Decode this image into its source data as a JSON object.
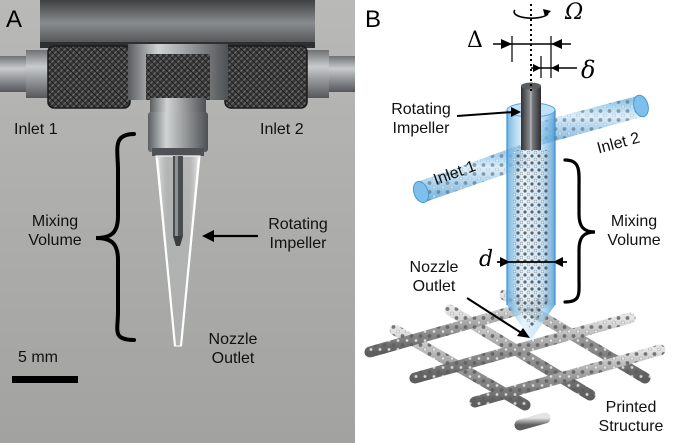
{
  "panels": {
    "a": {
      "letter": "A",
      "inlet_1": "Inlet 1",
      "inlet_2": "Inlet 2",
      "mixing_volume": [
        "Mixing",
        "Volume"
      ],
      "rotating_impeller": [
        "Rotating",
        "Impeller"
      ],
      "nozzle_outlet": [
        "Nozzle",
        "Outlet"
      ],
      "scale_bar": "5 mm"
    },
    "b": {
      "letter": "B",
      "symbols": {
        "omega": "Ω",
        "delta_upper": "Δ",
        "delta_lower": "δ",
        "d": "d"
      },
      "rotating_impeller": [
        "Rotating",
        "Impeller"
      ],
      "inlet_1": "Inlet 1",
      "inlet_2": "Inlet 2",
      "mixing_volume": [
        "Mixing",
        "Volume"
      ],
      "nozzle_outlet": [
        "Nozzle",
        "Outlet"
      ],
      "printed_structure": [
        "Printed",
        "Structure"
      ]
    }
  },
  "colors": {
    "panel_a_background": "#b0b0ae",
    "metal": "#8e9294",
    "knurl": "#3c3c3c",
    "tube_blue": "#8ecbf0",
    "tube_blue_dark": "#4d9fd6",
    "particle": "#555555"
  }
}
